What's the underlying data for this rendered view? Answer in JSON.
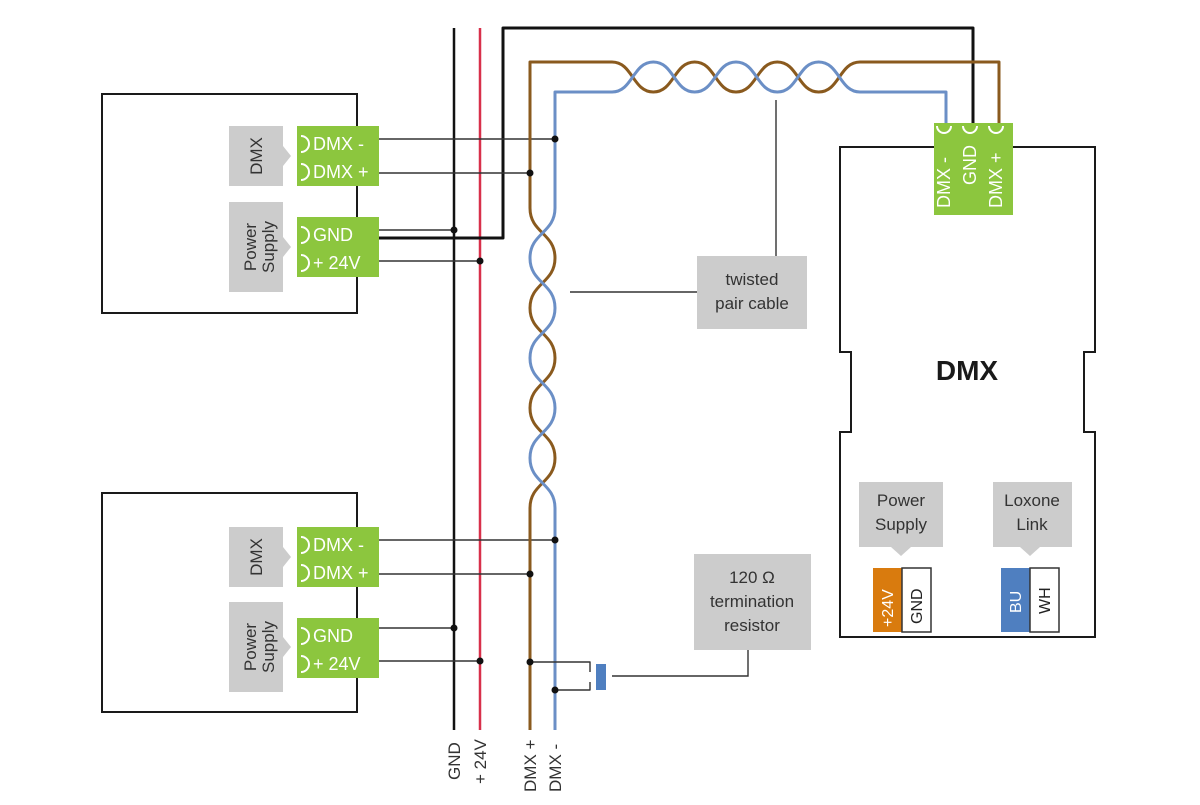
{
  "devices": [
    {
      "dmx_label": "DMX",
      "power_label": "Power Supply",
      "terminals": [
        "DMX -",
        "DMX +",
        "GND",
        "+ 24V"
      ]
    },
    {
      "dmx_label": "DMX",
      "power_label": "Power Supply",
      "terminals": [
        "DMX -",
        "DMX +",
        "GND",
        "+ 24V"
      ]
    }
  ],
  "extension": {
    "title": "DMX",
    "top_terminals": [
      "DMX -",
      "GND",
      "DMX +"
    ],
    "power_callout": "Power Supply",
    "power_terminals": [
      "+24V",
      "GND"
    ],
    "link_callout": "Loxone Link",
    "link_terminals": [
      "BU",
      "WH"
    ]
  },
  "callouts": {
    "twisted": "twisted pair cable",
    "resistor": "120 Ω termination resistor"
  },
  "bus_labels": [
    "GND",
    "+ 24V",
    "DMX +",
    "DMX -"
  ],
  "colors": {
    "terminal_green": "#8cc63e",
    "label_gray": "#cccccc",
    "wire_brown": "#8a5a1e",
    "wire_blue": "#6b8fc6",
    "wire_red": "#d8304a",
    "wire_black": "#111111",
    "terminal_orange": "#d97b0e",
    "terminal_blue": "#4f7fc0"
  }
}
